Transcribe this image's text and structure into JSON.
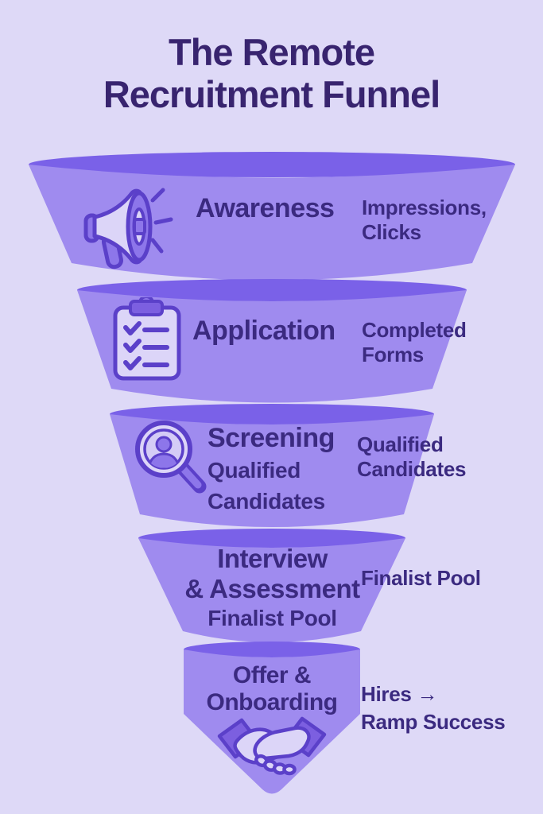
{
  "title": {
    "line1": "The Remote",
    "line2": "Recruitment Funnel"
  },
  "colors": {
    "background": "#ded9f7",
    "funnel_body": "#9f8bef",
    "funnel_rim": "#7a61e8",
    "title_text": "#38246f",
    "label_text": "#3b2a80",
    "icon_outline": "#5b40c9",
    "icon_light": "#dcd5f8",
    "icon_medium": "#8d76ea",
    "icon_accent": "#7c5fe0"
  },
  "stages": [
    {
      "name": "Awareness",
      "icon": "megaphone",
      "metric_line1": "Impressions,",
      "metric_line2": "Clicks"
    },
    {
      "name": "Application",
      "icon": "clipboard-checklist",
      "metric_line1": "Completed",
      "metric_line2": "Forms"
    },
    {
      "name": "Screening",
      "icon": "magnifier-candidate",
      "sublabel_line1": "Qualified",
      "sublabel_line2": "Candidates",
      "metric_line1": "Qualified",
      "metric_line2": "Candidates"
    },
    {
      "name_line1": "Interview",
      "name_line2": "& Assessment",
      "sublabel": "Finalist Pool",
      "metric": "Finalist Pool"
    },
    {
      "name_line1": "Offer &",
      "name_line2": "Onboarding",
      "icon": "handshake",
      "metric_line1": "Hires →",
      "metric_line2": "Ramp Success"
    }
  ]
}
